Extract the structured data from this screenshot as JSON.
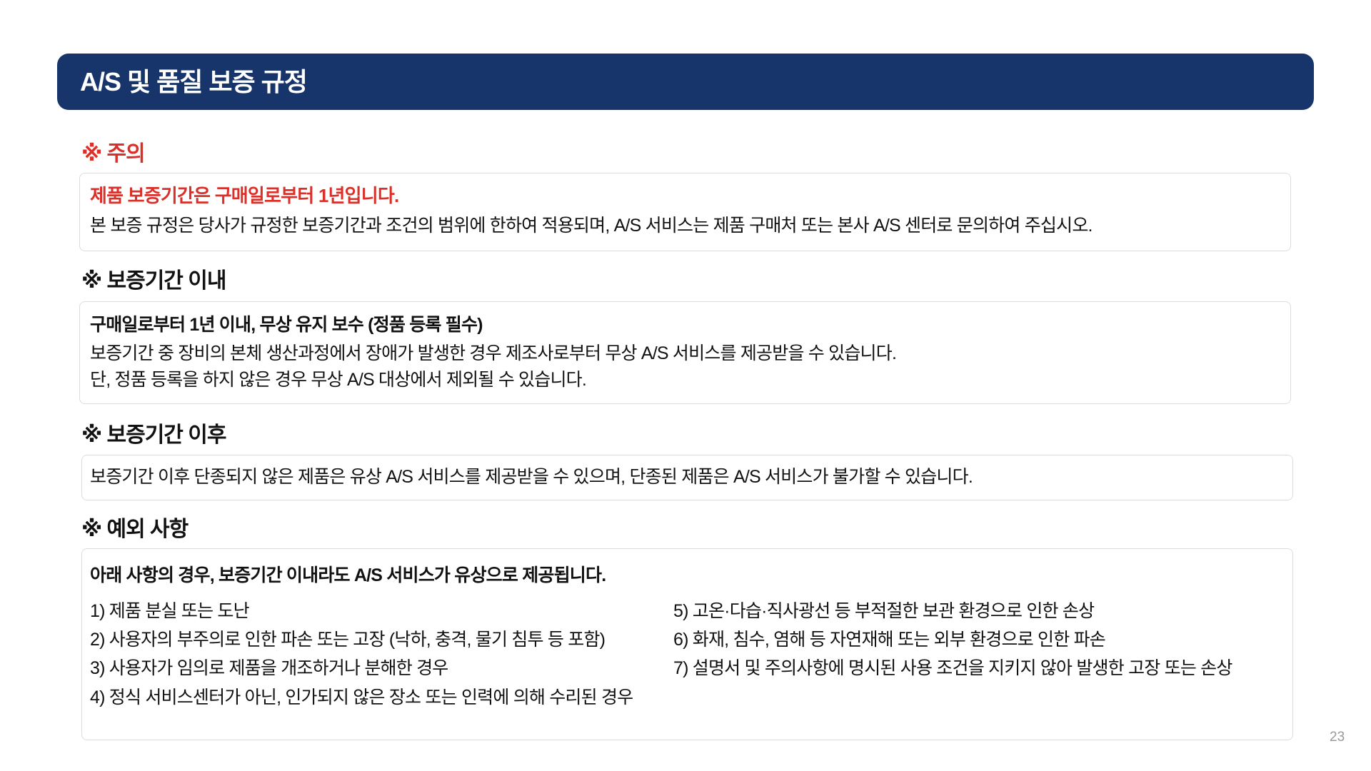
{
  "header": {
    "title": "A/S 및 품질 보증 규정"
  },
  "caution": {
    "heading": "※ 주의",
    "highlight": "제품 보증기간은 구매일로부터 1년입니다.",
    "text": "본 보증 규정은 당사가 규정한 보증기간과 조건의 범위에 한하여 적용되며, A/S 서비스는 제품 구매처 또는 본사 A/S 센터로 문의하여 주십시오."
  },
  "within": {
    "heading": "※ 보증기간 이내",
    "title": "구매일로부터 1년 이내, 무상 유지 보수 (정품 등록 필수)",
    "lines": [
      "보증기간 중 장비의 본체 생산과정에서 장애가 발생한 경우 제조사로부터 무상 A/S 서비스를 제공받을 수 있습니다.",
      "단, 정품 등록을 하지 않은 경우 무상 A/S 대상에서 제외될 수 있습니다."
    ]
  },
  "after": {
    "heading": "※ 보증기간 이후",
    "text": "보증기간 이후 단종되지 않은 제품은 유상 A/S 서비스를 제공받을 수 있으며, 단종된 제품은 A/S 서비스가 불가할 수 있습니다."
  },
  "exceptions": {
    "heading": "※ 예외 사항",
    "title": "아래 사항의 경우, 보증기간 이내라도 A/S 서비스가 유상으로 제공됩니다.",
    "left": [
      "1) 제품 분실 또는 도난",
      "2) 사용자의 부주의로 인한 파손 또는 고장 (낙하, 충격, 물기 침투 등 포함)",
      "3) 사용자가 임의로 제품을 개조하거나 분해한 경우",
      "4) 정식 서비스센터가 아닌, 인가되지 않은 장소 또는 인력에 의해 수리된 경우"
    ],
    "right": [
      "5) 고온·다습·직사광선 등 부적절한 보관 환경으로 인한 손상",
      "6) 화재, 침수, 염해 등 자연재해 또는 외부 환경으로 인한 파손",
      "7) 설명서 및 주의사항에 명시된 사용 조건을 지키지 않아 발생한 고장 또는 손상"
    ]
  },
  "page_number": "23",
  "colors": {
    "header_bg": "#17356b",
    "accent_red": "#d9302a"
  }
}
